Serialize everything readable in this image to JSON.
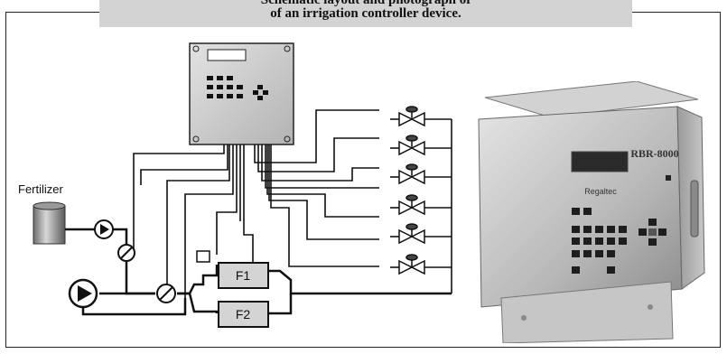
{
  "caption": {
    "line1": "Schematic layout and photograph of",
    "line2": "of an irrigation controller device."
  },
  "labels": {
    "fertilizer": "Fertilizer",
    "filter1": "F1",
    "filter2": "F2",
    "model": "RBR-8000",
    "brand": "Regaltec"
  },
  "colors": {
    "line": "#000000",
    "controller_body": "#c9c9c9",
    "photo_body": "#bdbdbd",
    "caption_bg": "#d3d3d3"
  }
}
